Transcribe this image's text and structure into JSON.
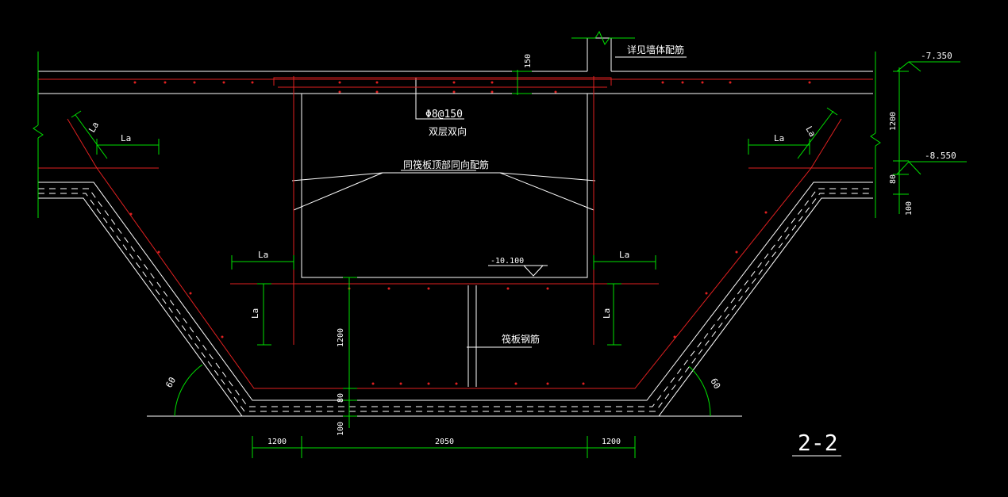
{
  "labels": {
    "wall_rebar_note": "详见墙体配筋",
    "rebar_spec": "Φ8@150",
    "rebar_layer": "双层双向",
    "raft_top_note": "同筏板顶部同向配筋",
    "raft_rebar": "筏板钢筋",
    "section_title": "2-2",
    "anchor_la": "La",
    "angle_60": "60"
  },
  "elevations": {
    "top": "-7.350",
    "mid": "-8.550",
    "pit": "-10.100"
  },
  "dimensions": {
    "d150": "150",
    "d1200_right": "1200",
    "d80_right": "80",
    "d100_right": "100",
    "d1200_pit": "1200",
    "d80_bottom": "80",
    "d100_bottom": "100",
    "bottom_left": "1200",
    "bottom_mid": "2050",
    "bottom_right": "1200"
  }
}
